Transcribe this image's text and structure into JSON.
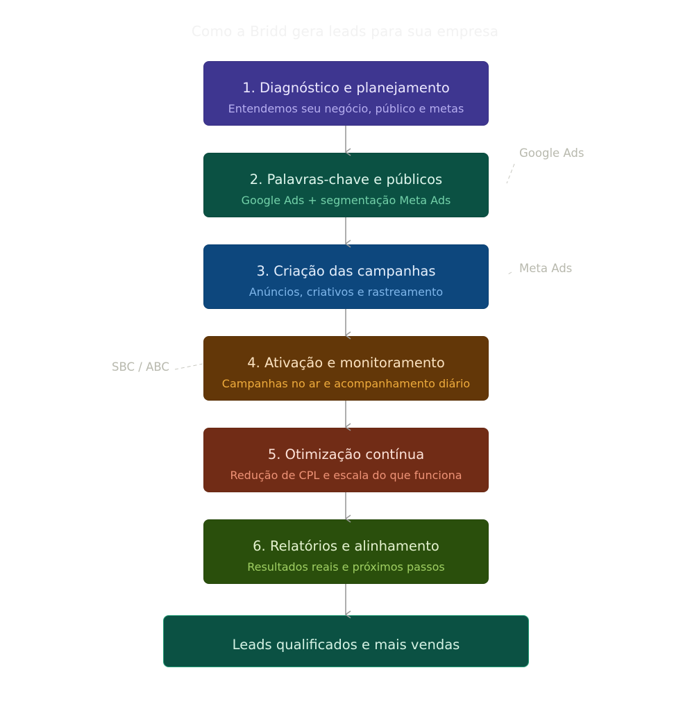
{
  "title": "Como a Bridd gera leads para sua empresa",
  "steps": [
    {
      "title": "1. Diagnóstico e planejamento",
      "subtitle": "Entendemos seu negócio, público e metas",
      "bg": "#3e3690",
      "title_color": "#ece8ff",
      "sub_color": "#b6aef0"
    },
    {
      "title": "2. Palavras-chave e públicos",
      "subtitle": "Google Ads + segmentação Meta Ads",
      "bg": "#0b5143",
      "title_color": "#ddf6ec",
      "sub_color": "#72d0a8"
    },
    {
      "title": "3. Criação das campanhas",
      "subtitle": "Anúncios, criativos e rastreamento",
      "bg": "#0d477d",
      "title_color": "#e3eefc",
      "sub_color": "#7db5ea"
    },
    {
      "title": "4. Ativação e monitoramento",
      "subtitle": "Campanhas no ar e acompanhamento diário",
      "bg": "#633708",
      "title_color": "#fbe2c0",
      "sub_color": "#eeab3c"
    },
    {
      "title": "5. Otimização contínua",
      "subtitle": "Redução de CPL e escala do que funciona",
      "bg": "#712c16",
      "title_color": "#fde2d8",
      "sub_color": "#ee9276"
    },
    {
      "title": "6. Relatórios e alinhamento",
      "subtitle": "Resultados reais e próximos passos",
      "bg": "#2a4f0c",
      "title_color": "#e4f2cf",
      "sub_color": "#9fcf62"
    }
  ],
  "final": {
    "title": "Leads qualificados e mais vendas",
    "bg": "#0b5143",
    "title_color": "#d4f2e4",
    "border": "#27a07a"
  },
  "notes": {
    "google_ads": "Google Ads",
    "meta_ads": "Meta Ads",
    "region": "SBC / ABC"
  },
  "colors": {
    "arrow": "#9a9a9a",
    "note": "#b8b9ae"
  }
}
